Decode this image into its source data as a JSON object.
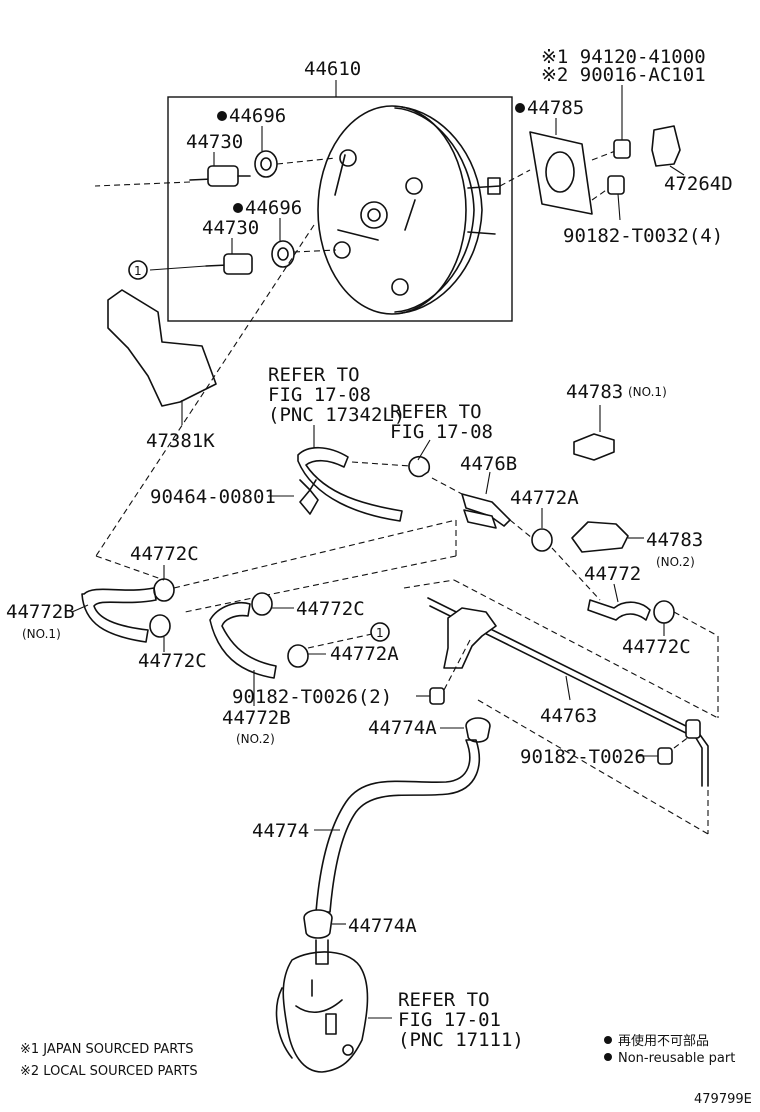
{
  "labels": {
    "booster": "44610",
    "gasket_a": "44696",
    "checkvalve_a": "44730",
    "gasket_b": "44696",
    "checkvalve_b": "44730",
    "gasket_plate": "44785",
    "alt_1": "※1 94120-41000",
    "alt_2": "※2 90016-AC101",
    "bracket_d": "47264D",
    "nut_4": "90182-T0032(4)",
    "bracket_k": "47381K",
    "refer_1_line1": "REFER TO",
    "refer_1_line2": "FIG 17-08",
    "refer_1_line3": "(PNC 17342L)",
    "refer_2_line1": "REFER TO",
    "refer_2_line2": "FIG 17-08",
    "clip_no1": "44783",
    "clip_no1_tag": "(NO.1)",
    "union": "4476B",
    "clamp_a": "44772A",
    "clip_no2": "44783",
    "clip_no2_tag": "(NO.2)",
    "clip_90464": "90464-00801",
    "clamp_c_1": "44772C",
    "hose_b1": "44772B",
    "hose_b1_tag": "(NO.1)",
    "clamp_c_2": "44772C",
    "clamp_c_3": "44772C",
    "clamp_a_2": "44772A",
    "hose_44772": "44772",
    "clamp_c_4": "44772C",
    "nut_2": "90182-T0026(2)",
    "hose_b2": "44772B",
    "hose_b2_tag": "(NO.2)",
    "pipe": "44763",
    "clamp_74a_1": "44774A",
    "nut_1": "90182-T0026",
    "hose_44774": "44774",
    "clamp_74a_2": "44774A",
    "refer_3_line1": "REFER TO",
    "refer_3_line2": "FIG 17-01",
    "refer_3_line3": "(PNC 17111)",
    "circle_ref": "1"
  },
  "legend": {
    "japan": "※1 JAPAN SOURCED PARTS",
    "local": "※2 LOCAL SOURCED PARTS",
    "nonreuse_jp": "再使用不可部品",
    "nonreuse_en": "Non-reusable part"
  },
  "illustration_id": "479799E"
}
